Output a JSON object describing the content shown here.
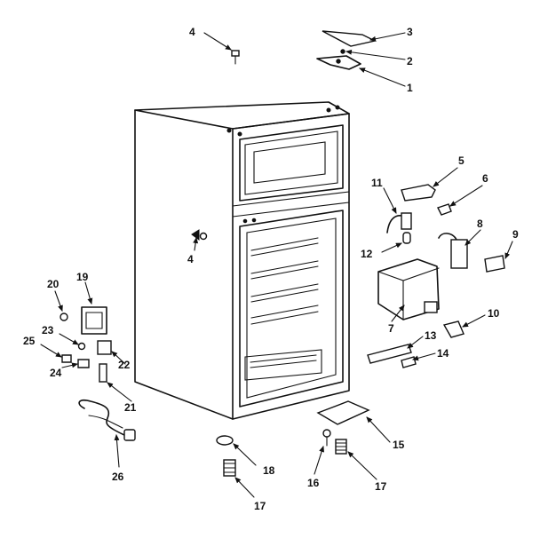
{
  "callouts": [
    "1",
    "2",
    "3",
    "4",
    "4",
    "5",
    "6",
    "7",
    "8",
    "9",
    "10",
    "11",
    "12",
    "13",
    "14",
    "15",
    "16",
    "17",
    "17",
    "18",
    "19",
    "20",
    "21",
    "22",
    "23",
    "24",
    "25",
    "26"
  ]
}
